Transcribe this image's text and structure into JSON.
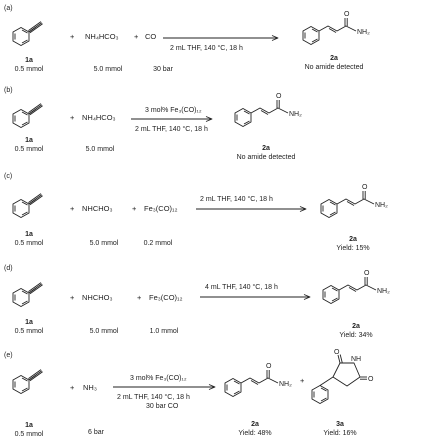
{
  "reactions": [
    {
      "id": "a",
      "label": "(a)",
      "plus1": "+",
      "reagent1": "NH₄HCO₃",
      "plus2": "+",
      "reagent2": "CO",
      "arrow_above": "",
      "arrow_below": "2 mL THF, 140 °C, 18 h",
      "substrate_label": "1a",
      "substrate_amount": "0.5 mmol",
      "reagent1_amount": "5.0 mmol",
      "reagent2_amount": "30 bar",
      "product_label": "2a",
      "product_note": "No amide detected"
    },
    {
      "id": "b",
      "label": "(b)",
      "plus1": "+",
      "reagent1": "NH₄HCO₃",
      "arrow_above": "3 mol% Fe₃(CO)₁₂",
      "arrow_below": "2 mL THF, 140 °C, 18 h",
      "substrate_label": "1a",
      "substrate_amount": "0.5 mmol",
      "reagent1_amount": "5.0 mmol",
      "product_label": "2a",
      "product_note": "No amide detected"
    },
    {
      "id": "c",
      "label": "(c)",
      "plus1": "+",
      "reagent1": "NHCHO₃",
      "plus2": "+",
      "reagent2": "Fe₃(CO)₁₂",
      "arrow_above": "2 mL THF, 140 °C, 18 h",
      "substrate_label": "1a",
      "substrate_amount": "0.5 mmol",
      "reagent1_amount": "5.0 mmol",
      "reagent2_amount": "0.2 mmol",
      "product_label": "2a",
      "product_note": "Yield: 15%"
    },
    {
      "id": "d",
      "label": "(d)",
      "plus1": "+",
      "reagent1": "NHCHO₃",
      "plus2": "+",
      "reagent2": "Fe₃(CO)₁₂",
      "arrow_above": "4 mL THF, 140 °C, 18 h",
      "substrate_label": "1a",
      "substrate_amount": "0.5 mmol",
      "reagent1_amount": "5.0 mmol",
      "reagent2_amount": "1.0 mmol",
      "product_label": "2a",
      "product_note": "Yield: 34%"
    },
    {
      "id": "e",
      "label": "(e)",
      "plus1": "+",
      "reagent1": "NH₃",
      "arrow_above": "3 mol% Fe₃(CO)₁₂",
      "arrow_below": "2 mL THF, 140 °C, 18 h",
      "arrow_below2": "30 bar CO",
      "substrate_label": "1a",
      "substrate_amount": "0.5 mmol",
      "reagent1_amount": "6 bar",
      "product_label": "2a",
      "product_note": "Yield: 48%",
      "product_plus": "+",
      "product2_label": "3a",
      "product2_note": "Yield: 16%"
    }
  ],
  "atoms": {
    "amide_n": "NH₂",
    "amide_o": "O",
    "imide_nh": "NH",
    "imide_o": "O"
  }
}
